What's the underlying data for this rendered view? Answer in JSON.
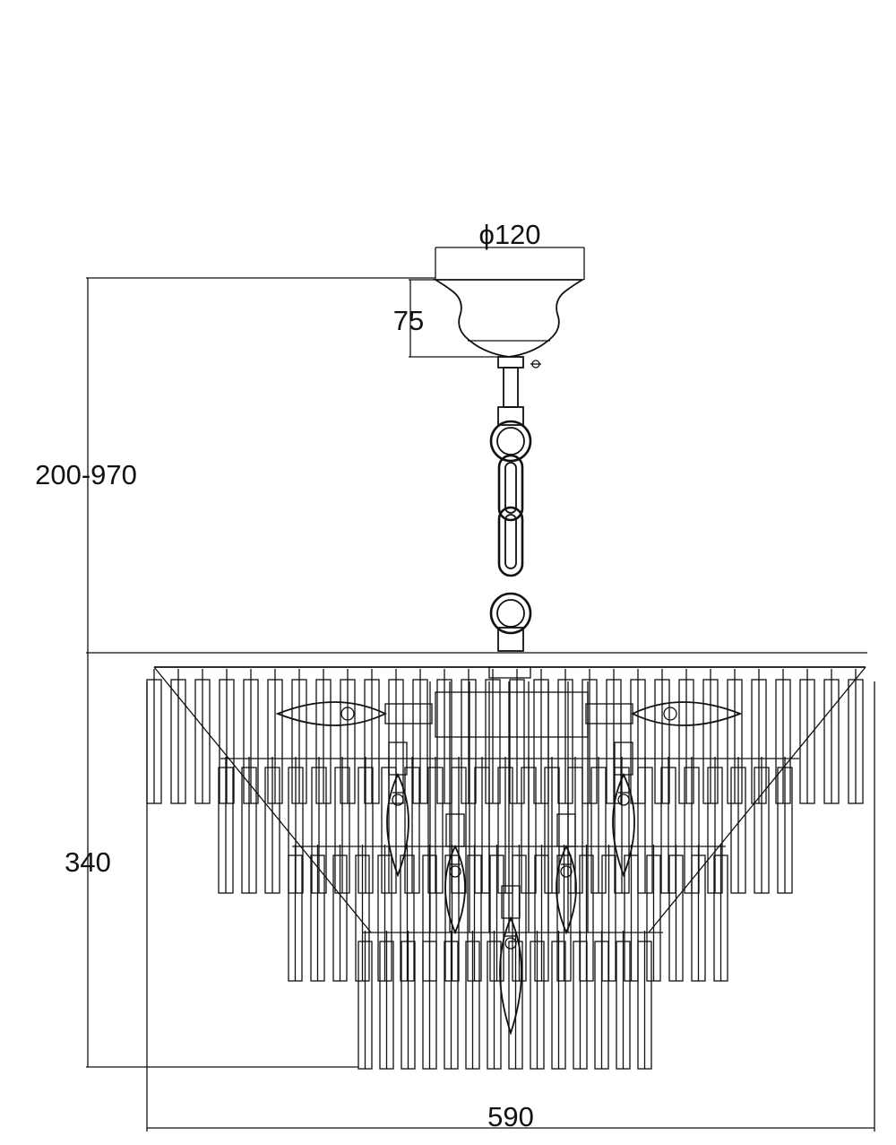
{
  "dimensions": {
    "canopy_diameter": "ϕ120",
    "canopy_height": "75",
    "overall_height": "200-970",
    "body_height": "340",
    "body_width": "590"
  },
  "colors": {
    "line": "#111111",
    "background": "#ffffff"
  }
}
